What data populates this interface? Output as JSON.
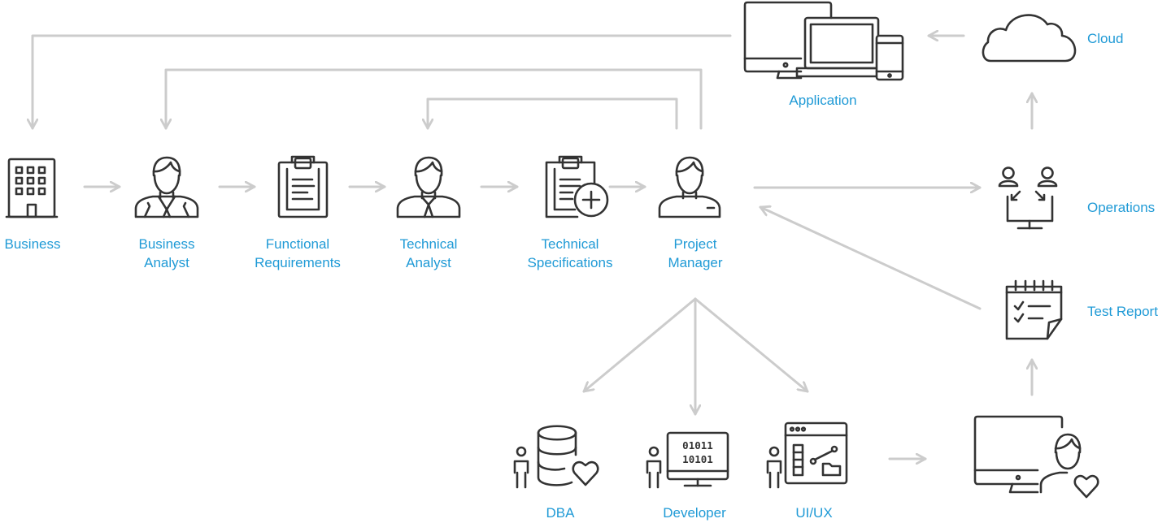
{
  "nodes": {
    "business": {
      "label": "Business",
      "icon": "building-icon"
    },
    "business_analyst": {
      "label_lines": [
        "Business",
        "Analyst"
      ],
      "icon": "business-analyst-icon"
    },
    "functional_requirements": {
      "label_lines": [
        "Functional",
        "Requirements"
      ],
      "icon": "clipboard-icon"
    },
    "technical_analyst": {
      "label_lines": [
        "Technical",
        "Analyst"
      ],
      "icon": "technical-analyst-icon"
    },
    "technical_specifications": {
      "label_lines": [
        "Technical",
        "Specifications"
      ],
      "icon": "clipboard-plus-icon"
    },
    "project_manager": {
      "label_lines": [
        "Project",
        "Manager"
      ],
      "icon": "project-manager-icon"
    },
    "application": {
      "label": "Application",
      "icon": "devices-icon"
    },
    "cloud": {
      "label": "Cloud",
      "icon": "cloud-icon"
    },
    "operations": {
      "label": "Operations",
      "icon": "operations-icon"
    },
    "test_report": {
      "label": "Test Report",
      "icon": "test-report-icon"
    },
    "dba": {
      "label": "DBA",
      "icon": "database-icon"
    },
    "developer": {
      "label": "Developer",
      "icon": "developer-icon"
    },
    "uiux": {
      "label": "UI/UX",
      "icon": "uiux-icon"
    },
    "user": {
      "icon": "user-monitor-icon"
    }
  },
  "developer_screen": {
    "line1": "01011",
    "line2": "10101"
  },
  "colors": {
    "label": "#1f9ad6",
    "icon": "#333333",
    "arrow": "#cccccc"
  }
}
